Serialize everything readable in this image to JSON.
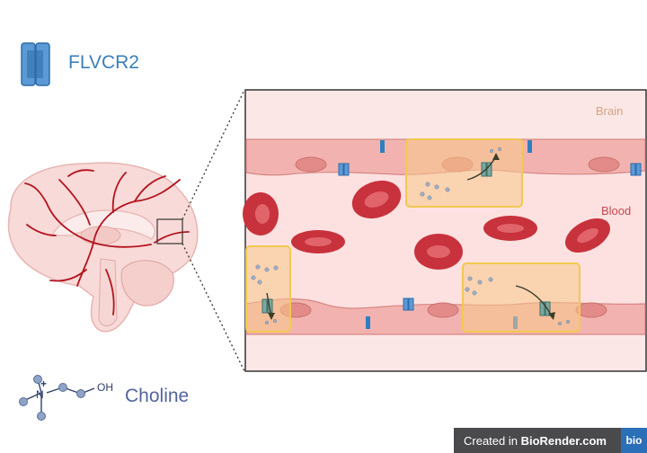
{
  "labels": {
    "flvcr2": "FLVCR2",
    "choline": "Choline",
    "brain": "Brain",
    "blood": "Blood",
    "oh": "OH",
    "plus": "+",
    "n": "N"
  },
  "credit": {
    "prefix": "Created in ",
    "brand": "BioRender.com",
    "logo": "bio"
  },
  "colors": {
    "transporter": "#3d7fb8",
    "vessel_wall": "#f2b3b0",
    "blood_lumen": "#fde3e3",
    "brain_tissue": "#fbe8e6",
    "red_blood_cell": "#c8323c",
    "highlight_box": "#f8c98a",
    "artery": "#b3141f"
  }
}
